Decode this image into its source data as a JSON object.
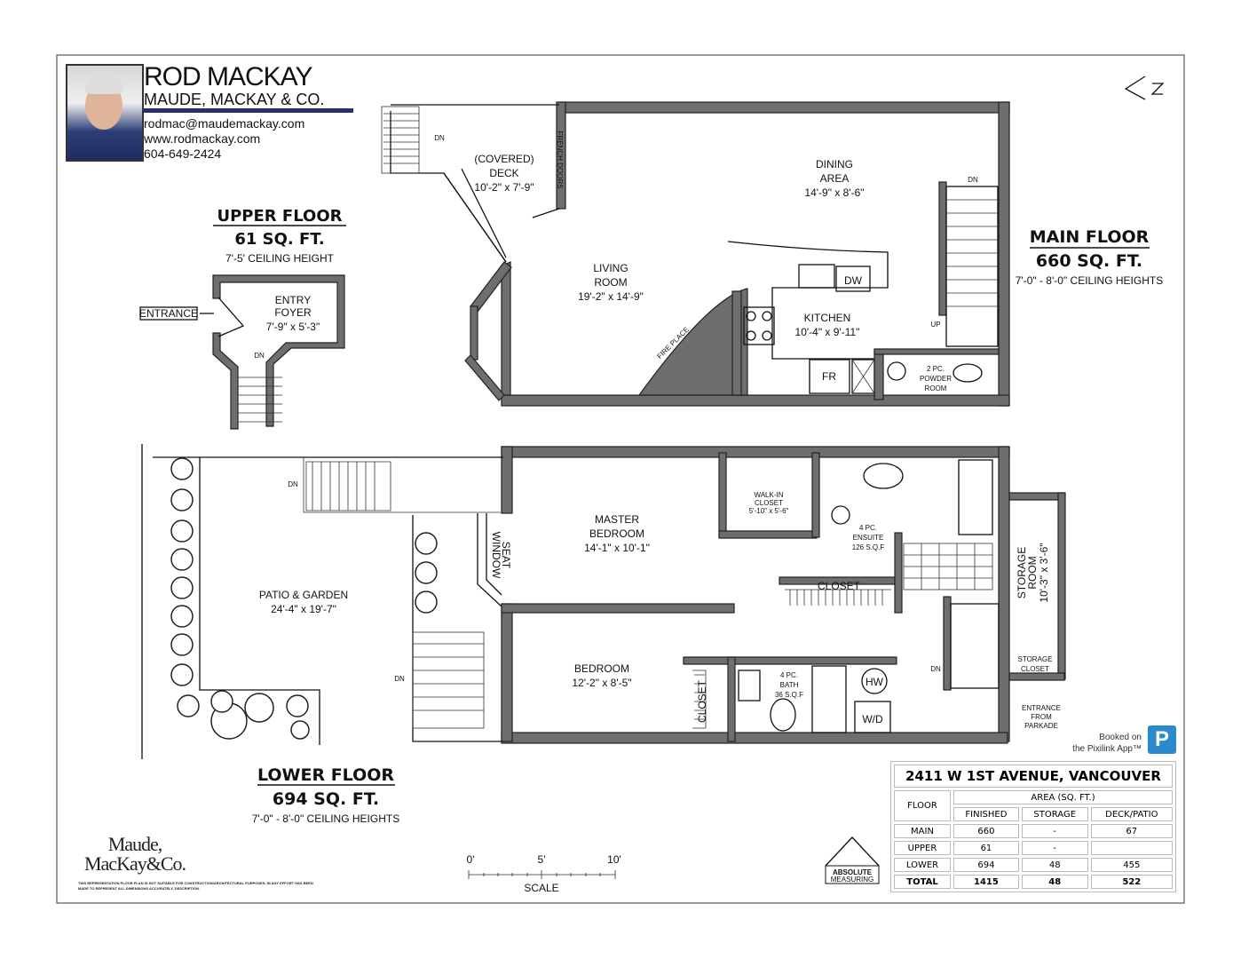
{
  "agent": {
    "name": "ROD MACKAY",
    "company": "MAUDE, MACKAY & CO.",
    "email": "rodmac@maudemackay.com",
    "website": "www.rodmackay.com",
    "phone": "604-649-2424"
  },
  "floors": {
    "upper": {
      "title": "UPPER FLOOR",
      "area": "61 SQ. FT.",
      "ceiling": "7'-5' CEILING HEIGHT"
    },
    "main": {
      "title": "MAIN FLOOR",
      "area": "660 SQ. FT.",
      "ceiling": "7'-0\" - 8'-0\" CEILING HEIGHTS"
    },
    "lower": {
      "title": "LOWER FLOOR",
      "area": "694 SQ. FT.",
      "ceiling": "7'-0\" - 8'-0\" CEILING HEIGHTS"
    }
  },
  "rooms": {
    "deck": {
      "l1": "(COVERED)",
      "l2": "DECK",
      "dims": "10'-2\" x 7'-9\""
    },
    "dining": {
      "l1": "DINING",
      "l2": "AREA",
      "dims": "14'-9\" x 8'-6\""
    },
    "living": {
      "l1": "LIVING",
      "l2": "ROOM",
      "dims": "19'-2\" x 14'-9\""
    },
    "kitchen": {
      "l1": "KITCHEN",
      "dims": "10'-4\" x 9'-11\""
    },
    "powder": {
      "l1": "2 PC.",
      "l2": "POWDER",
      "l3": "ROOM"
    },
    "foyer": {
      "l1": "ENTRY",
      "l2": "FOYER",
      "dims": "7'-9\" x 5'-3\""
    },
    "master": {
      "l1": "MASTER",
      "l2": "BEDROOM",
      "dims": "14'-1\" x 10'-1\""
    },
    "walkin": {
      "l1": "WALK-IN",
      "l2": "CLOSET",
      "dims": "5'-10\" x 5'-6\""
    },
    "ensuite": {
      "l1": "4 PC.",
      "l2": "ENSUITE",
      "l3": "126 S.Q.F"
    },
    "storage_room": {
      "l1": "STORAGE",
      "l2": "ROOM",
      "dims": "10'-3\" x 3'-6\""
    },
    "storage_closet": {
      "l1": "STORAGE",
      "l2": "CLOSET"
    },
    "bedroom": {
      "l1": "BEDROOM",
      "dims": "12'-2\" x 8'-5\""
    },
    "bath": {
      "l1": "4 PC.",
      "l2": "BATH",
      "l3": "36 S.Q.F"
    },
    "patio": {
      "l1": "PATIO & GARDEN",
      "dims": "24'-4\" x 19'-7\""
    }
  },
  "labels": {
    "dn": "DN",
    "up": "UP",
    "entrance": "ENTRANCE",
    "fireplace": "FIRE PLACE",
    "french_doors": "FRENCH DOORS",
    "dw": "DW",
    "fr": "FR",
    "hw": "HW",
    "wd": "W/D",
    "closet": "CLOSET",
    "window_seat_1": "WINDOW",
    "window_seat_2": "SEAT",
    "parkade_1": "ENTRANCE",
    "parkade_2": "FROM",
    "parkade_3": "PARKADE"
  },
  "scale": {
    "t0": "0'",
    "t5": "5'",
    "t10": "10'",
    "label": "SCALE"
  },
  "table": {
    "title": "2411 W 1ST AVENUE, VANCOUVER",
    "floor_header": "FLOOR",
    "area_header": "AREA (SQ. FT.)",
    "columns": [
      "FINISHED",
      "STORAGE",
      "DECK/PATIO"
    ],
    "rows": [
      {
        "floor": "MAIN",
        "finished": "660",
        "storage": "-",
        "deck": "67"
      },
      {
        "floor": "UPPER",
        "finished": "61",
        "storage": "-",
        "deck": ""
      },
      {
        "floor": "LOWER",
        "finished": "694",
        "storage": "48",
        "deck": "455"
      },
      {
        "floor": "TOTAL",
        "finished": "1415",
        "storage": "48",
        "deck": "522"
      }
    ]
  },
  "branding": {
    "booked_1": "Booked on",
    "booked_2": "the Pixilink App™",
    "p_badge": "P",
    "measuring_1": "ABSOLUTE",
    "measuring_2": "MEASURING",
    "mm_1": "Maude,",
    "mm_2": "MacKay&Co.",
    "disclaimer": "THIS REPRESENTATION FLOOR PLAN IS NOT SUITABLE FOR CONSTRUCTION/ARCHITECTURAL PURPOSES. IN ANY EFFORT HAS BEEN MADE TO REPRESENT ALL DIMENSIONS ACCURATELY, DESCRIPTION."
  }
}
